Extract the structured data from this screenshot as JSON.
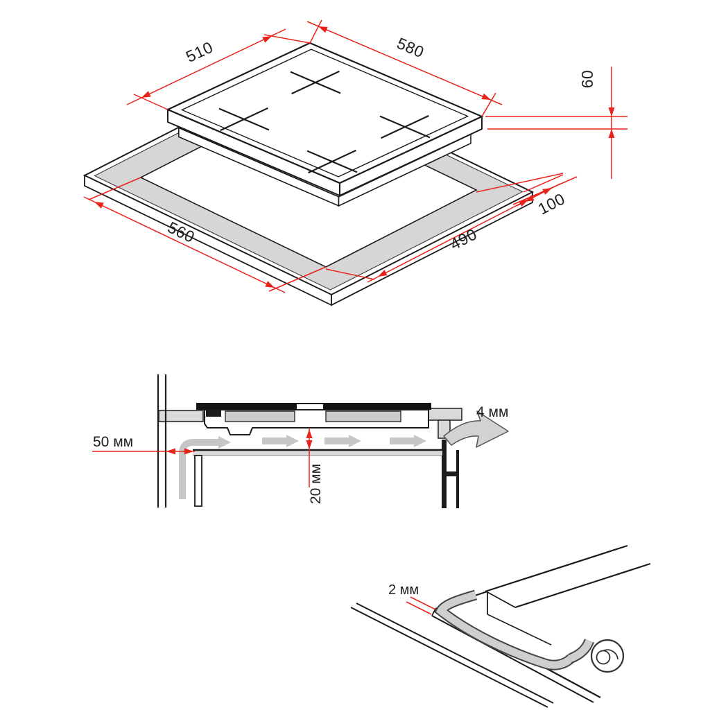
{
  "top_view": {
    "hob_depth": "510",
    "hob_width": "580",
    "hob_height": "60",
    "cutout_depth": "560",
    "cutout_width": "490",
    "edge_distance": "100"
  },
  "section_view": {
    "wall_clearance": "50 мм",
    "shelf_clearance": "20 мм",
    "vent_gap": "4 мм"
  },
  "detail_view": {
    "seal_thickness": "2 мм"
  },
  "colors": {
    "dimension_red": "#e8231a",
    "outline_black": "#1c1c1c",
    "surface_gray": "#d6d6d6",
    "airflow_gray": "#c6c6c6"
  }
}
